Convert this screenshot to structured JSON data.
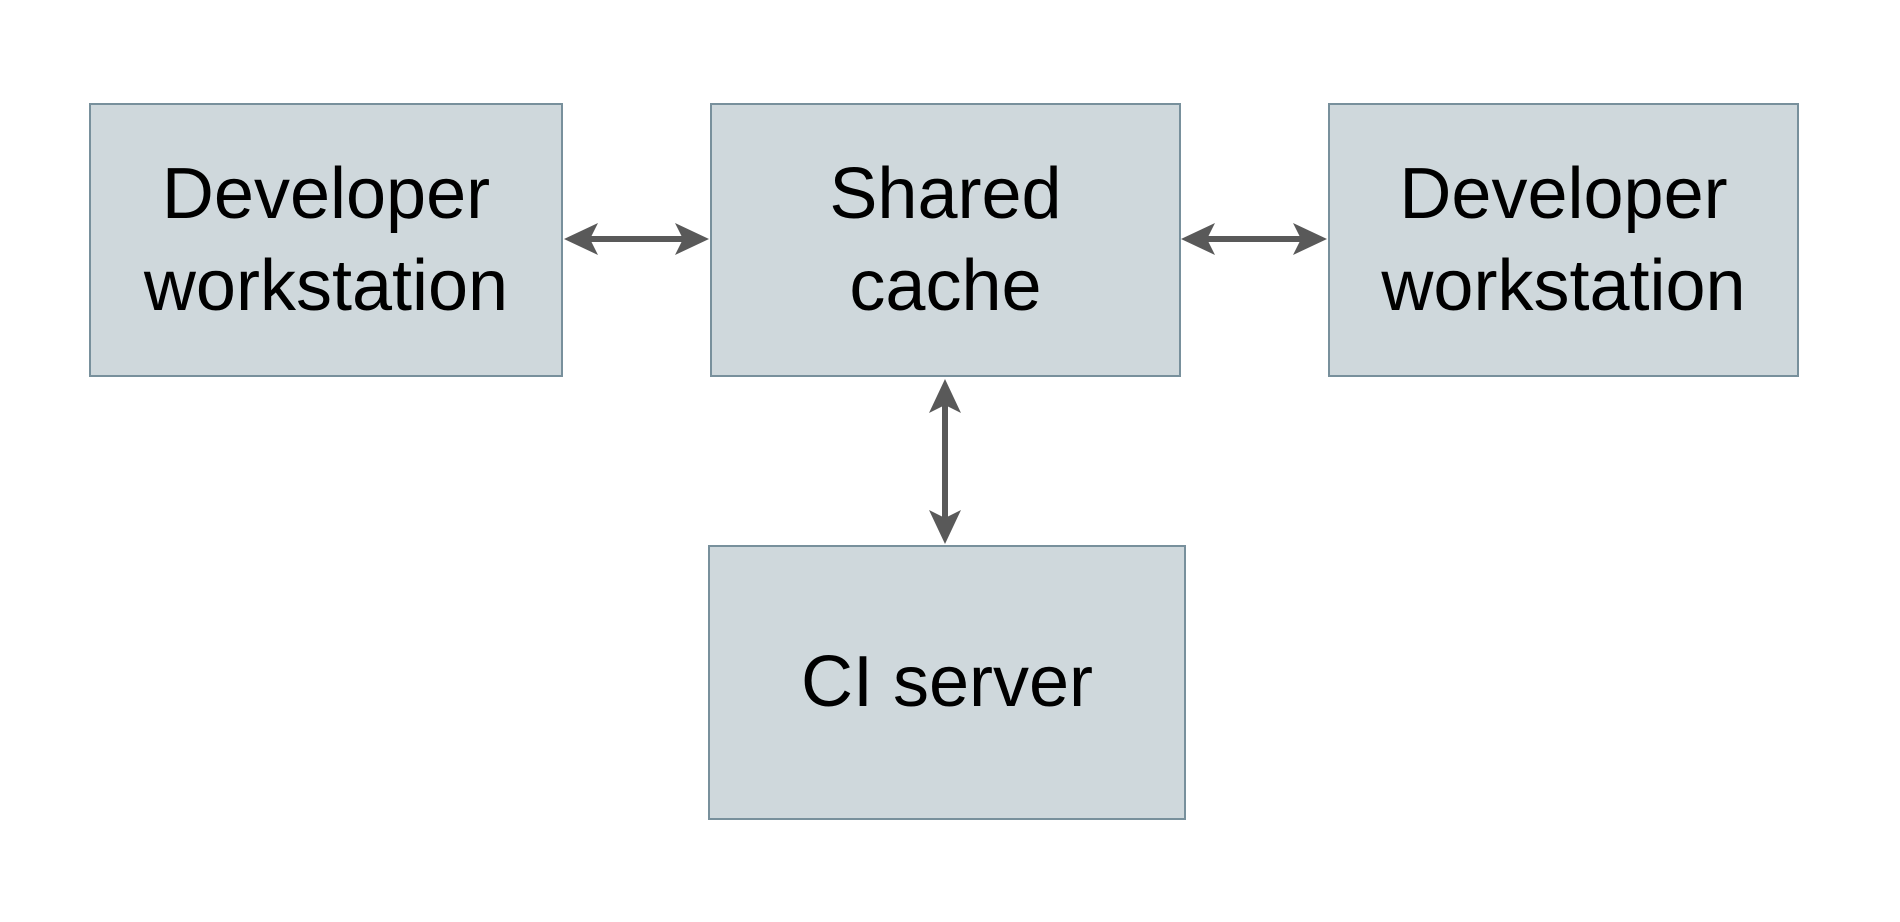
{
  "diagram": {
    "type": "architecture-diagram",
    "background": "#ffffff",
    "colors": {
      "node_fill": "#cfd8dc",
      "node_border": "#78909c",
      "arrow": "#595959",
      "text": "#000000",
      "background": "#ffffff"
    },
    "nodes": [
      {
        "id": "developer-workstation-left",
        "label": "Developer\nworkstation"
      },
      {
        "id": "shared-cache",
        "label": "Shared\ncache"
      },
      {
        "id": "developer-workstation-right",
        "label": "Developer\nworkstation"
      },
      {
        "id": "ci-server",
        "label": "CI server"
      }
    ],
    "edges": [
      {
        "from": "developer-workstation-left",
        "to": "shared-cache",
        "direction": "bidirectional",
        "orientation": "horizontal"
      },
      {
        "from": "shared-cache",
        "to": "developer-workstation-right",
        "direction": "bidirectional",
        "orientation": "horizontal"
      },
      {
        "from": "shared-cache",
        "to": "ci-server",
        "direction": "bidirectional",
        "orientation": "vertical"
      }
    ]
  }
}
